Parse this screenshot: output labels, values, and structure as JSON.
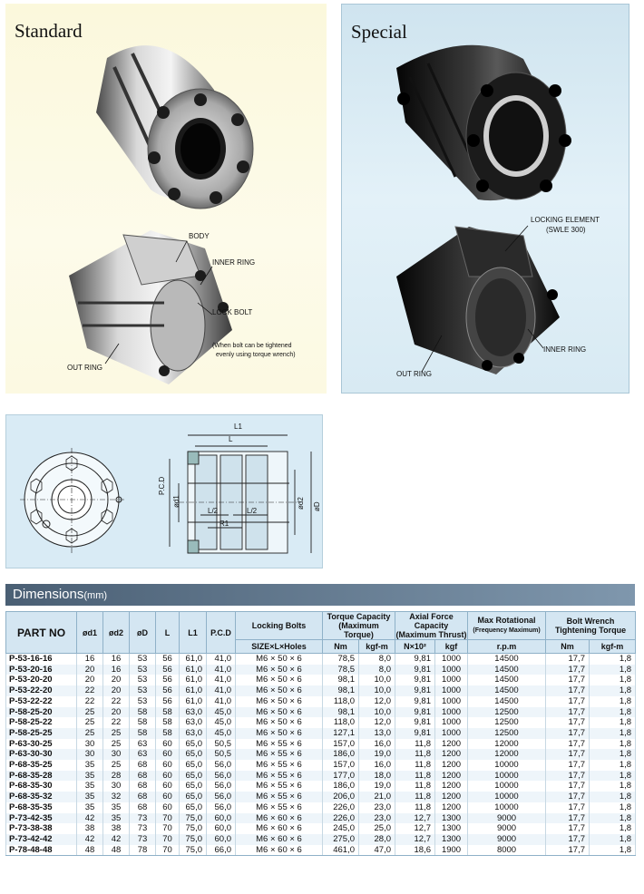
{
  "standard": {
    "title": "Standard",
    "labels": {
      "body": "BODY",
      "inner_ring": "INNER RING",
      "lock_bolt": "LOCK BOLT",
      "lock_bolt_note_1": "(When bolt can be tightened",
      "lock_bolt_note_2": "evenly using torque wrench)",
      "out_ring": "OUT RING"
    }
  },
  "special": {
    "title": "Special",
    "labels": {
      "locking_element": "LOCKING ELEMENT",
      "swle": "(SWLE 300)",
      "inner_ring": "INNER RING",
      "out_ring": "OUT RING"
    }
  },
  "drawing": {
    "l1": "L1",
    "l": "L",
    "pcd": "P.C.D",
    "d1": "ød1",
    "d2": "ød2",
    "D": "øD",
    "half1": "L/2",
    "half2": "L/2",
    "r1": "R1"
  },
  "dimensions": {
    "title": "Dimensions",
    "unit": "(mm)"
  },
  "table": {
    "headers": {
      "part_no": "PART NO",
      "d1": "ød1",
      "d2": "ød2",
      "D": "øD",
      "L": "L",
      "L1": "L1",
      "pcd": "P.C.D",
      "bolts": "Locking Bolts",
      "bolts_sub": "SIZE×L×Holes",
      "torque_1": "Torque Capacity",
      "torque_2": "(Maximum Torque)",
      "thrust_1": "Axial Force Capacity",
      "thrust_2": "(Maximum Thrust)",
      "rot_1": "Max Rotational",
      "rot_2": "(Frequency Maximum)",
      "wrench_1": "Bolt Wrench",
      "wrench_2": "Tightening Torque",
      "u_nm": "Nm",
      "u_kgfm": "kgf-m",
      "u_n": "N×10²",
      "u_kgf": "kgf",
      "u_rpm": "r.p.m",
      "u_nm2": "Nm",
      "u_kgfm2": "kgf-m"
    },
    "rows": [
      [
        "P-53-16-16",
        "16",
        "16",
        "53",
        "56",
        "61,0",
        "41,0",
        "M6 × 50 × 6",
        "78,5",
        "8,0",
        "9,81",
        "1000",
        "14500",
        "17,7",
        "1,8"
      ],
      [
        "P-53-20-16",
        "20",
        "16",
        "53",
        "56",
        "61,0",
        "41,0",
        "M6 × 50 × 6",
        "78,5",
        "8,0",
        "9,81",
        "1000",
        "14500",
        "17,7",
        "1,8"
      ],
      [
        "P-53-20-20",
        "20",
        "20",
        "53",
        "56",
        "61,0",
        "41,0",
        "M6 × 50 × 6",
        "98,1",
        "10,0",
        "9,81",
        "1000",
        "14500",
        "17,7",
        "1,8"
      ],
      [
        "P-53-22-20",
        "22",
        "20",
        "53",
        "56",
        "61,0",
        "41,0",
        "M6 × 50 × 6",
        "98,1",
        "10,0",
        "9,81",
        "1000",
        "14500",
        "17,7",
        "1,8"
      ],
      [
        "P-53-22-22",
        "22",
        "22",
        "53",
        "56",
        "61,0",
        "41,0",
        "M6 × 50 × 6",
        "118,0",
        "12,0",
        "9,81",
        "1000",
        "14500",
        "17,7",
        "1,8"
      ],
      [
        "P-58-25-20",
        "25",
        "20",
        "58",
        "58",
        "63,0",
        "45,0",
        "M6 × 50 × 6",
        "98,1",
        "10,0",
        "9,81",
        "1000",
        "12500",
        "17,7",
        "1,8"
      ],
      [
        "P-58-25-22",
        "25",
        "22",
        "58",
        "58",
        "63,0",
        "45,0",
        "M6 × 50 × 6",
        "118,0",
        "12,0",
        "9,81",
        "1000",
        "12500",
        "17,7",
        "1,8"
      ],
      [
        "P-58-25-25",
        "25",
        "25",
        "58",
        "58",
        "63,0",
        "45,0",
        "M6 × 50 × 6",
        "127,1",
        "13,0",
        "9,81",
        "1000",
        "12500",
        "17,7",
        "1,8"
      ],
      [
        "P-63-30-25",
        "30",
        "25",
        "63",
        "60",
        "65,0",
        "50,5",
        "M6 × 55 × 6",
        "157,0",
        "16,0",
        "11,8",
        "1200",
        "12000",
        "17,7",
        "1,8"
      ],
      [
        "P-63-30-30",
        "30",
        "30",
        "63",
        "60",
        "65,0",
        "50,5",
        "M6 × 55 × 6",
        "186,0",
        "19,0",
        "11,8",
        "1200",
        "12000",
        "17,7",
        "1,8"
      ],
      [
        "P-68-35-25",
        "35",
        "25",
        "68",
        "60",
        "65,0",
        "56,0",
        "M6 × 55 × 6",
        "157,0",
        "16,0",
        "11,8",
        "1200",
        "10000",
        "17,7",
        "1,8"
      ],
      [
        "P-68-35-28",
        "35",
        "28",
        "68",
        "60",
        "65,0",
        "56,0",
        "M6 × 55 × 6",
        "177,0",
        "18,0",
        "11,8",
        "1200",
        "10000",
        "17,7",
        "1,8"
      ],
      [
        "P-68-35-30",
        "35",
        "30",
        "68",
        "60",
        "65,0",
        "56,0",
        "M6 × 55 × 6",
        "186,0",
        "19,0",
        "11,8",
        "1200",
        "10000",
        "17,7",
        "1,8"
      ],
      [
        "P-68-35-32",
        "35",
        "32",
        "68",
        "60",
        "65,0",
        "56,0",
        "M6 × 55 × 6",
        "206,0",
        "21,0",
        "11,8",
        "1200",
        "10000",
        "17,7",
        "1,8"
      ],
      [
        "P-68-35-35",
        "35",
        "35",
        "68",
        "60",
        "65,0",
        "56,0",
        "M6 × 55 × 6",
        "226,0",
        "23,0",
        "11,8",
        "1200",
        "10000",
        "17,7",
        "1,8"
      ],
      [
        "P-73-42-35",
        "42",
        "35",
        "73",
        "70",
        "75,0",
        "60,0",
        "M6 × 60 × 6",
        "226,0",
        "23,0",
        "12,7",
        "1300",
        "9000",
        "17,7",
        "1,8"
      ],
      [
        "P-73-38-38",
        "38",
        "38",
        "73",
        "70",
        "75,0",
        "60,0",
        "M6 × 60 × 6",
        "245,0",
        "25,0",
        "12,7",
        "1300",
        "9000",
        "17,7",
        "1,8"
      ],
      [
        "P-73-42-42",
        "42",
        "42",
        "73",
        "70",
        "75,0",
        "60,0",
        "M6 × 60 × 6",
        "275,0",
        "28,0",
        "12,7",
        "1300",
        "9000",
        "17,7",
        "1,8"
      ],
      [
        "P-78-48-48",
        "48",
        "48",
        "78",
        "70",
        "75,0",
        "66,0",
        "M6 × 60 × 6",
        "461,0",
        "47,0",
        "18,6",
        "1900",
        "8000",
        "17,7",
        "1,8"
      ]
    ]
  }
}
